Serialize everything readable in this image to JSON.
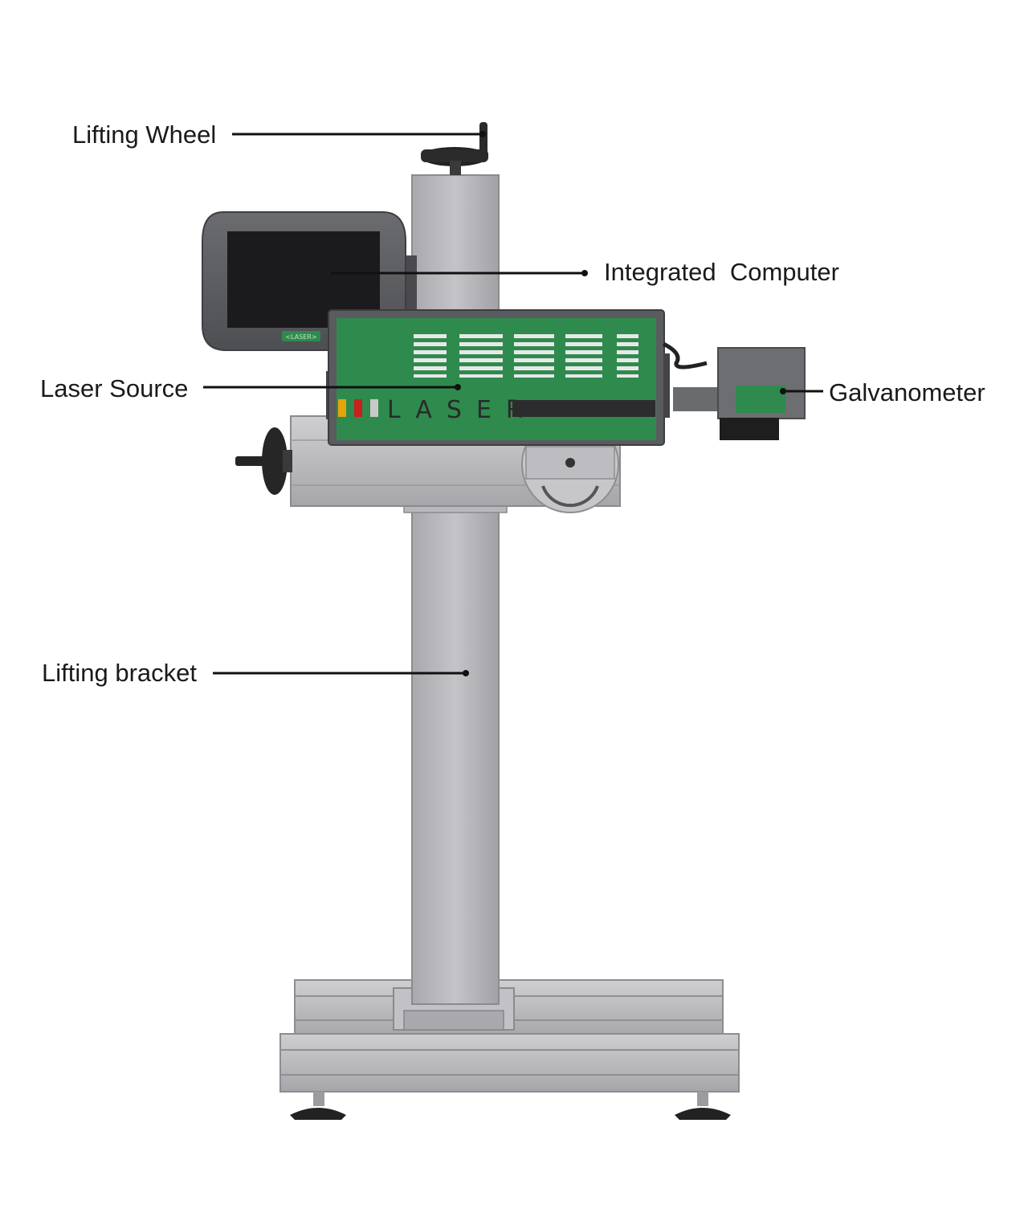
{
  "labels": {
    "lifting_wheel": "Lifting Wheel",
    "integrated_computer": "Integrated  Computer",
    "laser_source": "Laser Source",
    "galvanometer": "Galvanometer",
    "lifting_bracket": "Lifting bracket"
  },
  "machine": {
    "brand_text": "LASER",
    "screen_badge": "<LASER>"
  },
  "colors": {
    "green_panel": "#2f8a4e",
    "aluminum": "#b9b9bd",
    "dark_gray": "#5f6064",
    "screen_black": "#1b1b1d",
    "knob_black": "#222222",
    "indicator_yellow": "#e5a50a",
    "indicator_red": "#c8201e",
    "indicator_gray": "#c9c9c9"
  }
}
